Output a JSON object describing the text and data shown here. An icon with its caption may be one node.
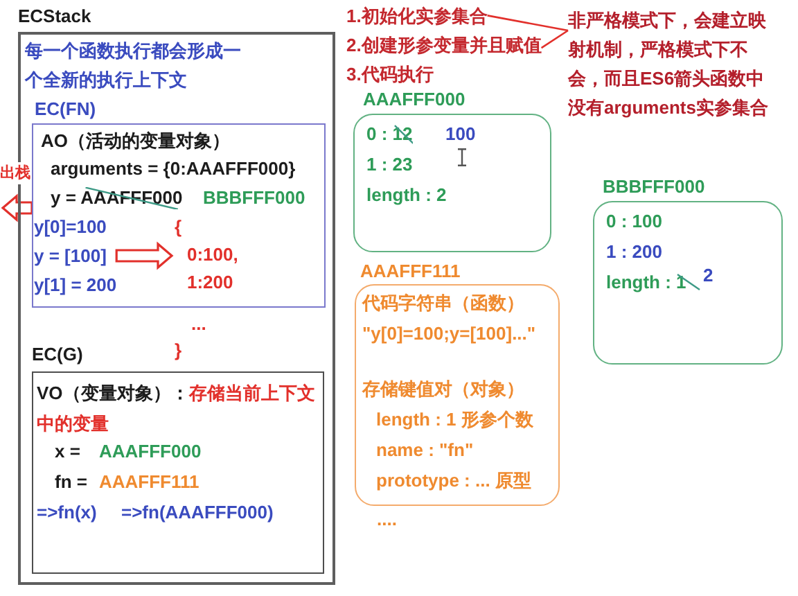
{
  "diagram": {
    "nodes": [
      {
        "text": [
          "ECStack",
          "每一个函数执行都会形成一个全新的执行上下文"
        ]
      },
      {
        "text": [
          "EC(FN)",
          "AO（活动的变量对象）",
          "arguments = {0:AAAFFF000}",
          "y = AAAFFF000",
          "BBBFFF000"
        ],
        "in": 0
      },
      {
        "text": [
          "y[0]=100",
          "y = [100]",
          "y[1] = 200"
        ],
        "in": 1
      },
      {
        "text": [
          "{",
          "0:100,",
          "1:200",
          "...",
          "}"
        ],
        "in": 0
      },
      {
        "text": [
          "EC(G)",
          "VO（变量对象）：",
          "存储当前上下文中的变量",
          "x =",
          "AAAFFF000",
          "fn =",
          "AAAFFF111",
          "=>fn(x)",
          "=>fn(AAAFFF000)"
        ],
        "in": 0
      },
      {
        "text": [
          "1.初始化实参集合"
        ]
      },
      {
        "text": [
          "2.创建形参变量并且赋值"
        ]
      },
      {
        "text": [
          "非严格模式下，会建立映射机制，严格模式下不会，而且ES6箭头函数中没有arguments实参集合"
        ]
      },
      {
        "text": [
          "AAAFFF000",
          "0 : 12",
          "100",
          "1 : 23",
          "length : 2"
        ]
      },
      {
        "text": [
          "BBBFFF000",
          "0 : 100",
          "1 : 200",
          "length : 1",
          "2"
        ]
      },
      {
        "text": [
          "AAAFFF111",
          "代码字符串（函数）",
          "\"y[0]=100;y=[100]...\"",
          "存储键值对（对象）",
          "length : 1 形参个数",
          "name : \"fn\"",
          "prototype : ... 原型",
          "...."
        ]
      }
    ],
    "edges": [
      {
        "from": 2,
        "to": 3,
        "arrow": "to",
        "style": "thick"
      },
      {
        "from": 1,
        "to": null,
        "arrow": "to",
        "label": "出栈",
        "style": "thick"
      },
      {
        "from": 7,
        "to": 5,
        "arrow": "none"
      },
      {
        "from": 7,
        "to": 6,
        "arrow": "none"
      }
    ],
    "labels": [
      "3.代码执行"
    ]
  }
}
